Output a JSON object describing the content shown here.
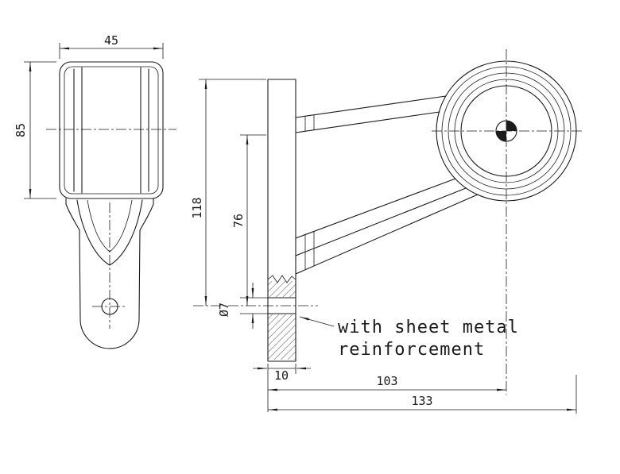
{
  "canvas": {
    "background": "#ffffff",
    "line_color": "#1b1b1b"
  },
  "front_view": {
    "dim_width": "45",
    "dim_height": "85"
  },
  "side_view": {
    "dim_height_total": "118",
    "dim_hole_offset": "76",
    "dim_hole_diameter": "Ø7",
    "dim_plate_width": "10",
    "dim_to_lens_center": "103",
    "dim_overall_length": "133",
    "annotation_line1": "with sheet metal",
    "annotation_line2": "reinforcement"
  }
}
